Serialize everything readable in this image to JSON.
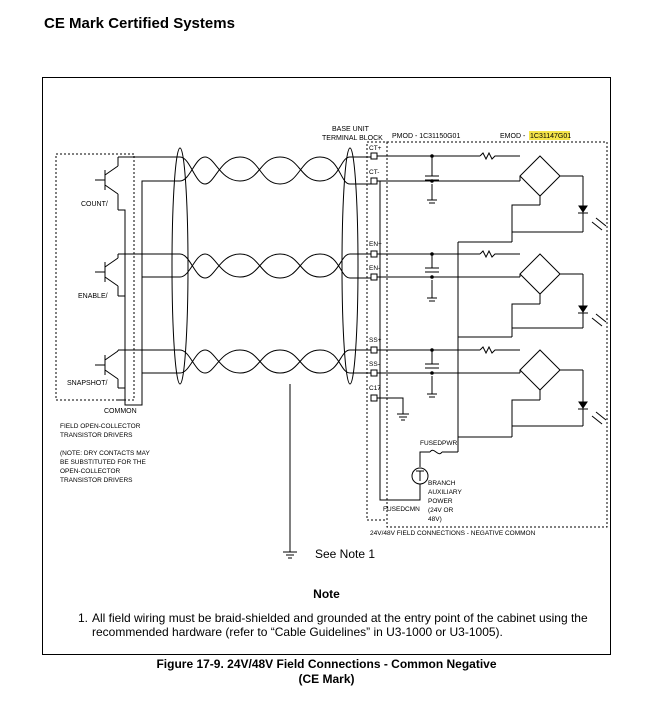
{
  "page": {
    "title": "CE Mark Certified Systems"
  },
  "diagram": {
    "base_unit_label": [
      "BASE UNIT",
      "TERMINAL BLOCK"
    ],
    "pmod_label": "PMOD - 1C31150G01",
    "emod_label_prefix": "EMOD - ",
    "emod_label_part": "1C31147G01",
    "terminals": [
      "CT+",
      "CT-",
      "EN+",
      "EN-",
      "SS+",
      "SS-",
      "C17"
    ],
    "inputs": [
      "COUNT/",
      "ENABLE/",
      "SNAPSHOT/"
    ],
    "common_label": "COMMON",
    "driver_note": [
      "FIELD OPEN-COLLECTOR",
      "TRANSISTOR DRIVERS"
    ],
    "dry_contacts_note": [
      "(NOTE: DRY CONTACTS MAY",
      "BE SUBSTITUTED FOR THE",
      "OPEN-COLLECTOR",
      "TRANSISTOR DRIVERS"
    ],
    "fuse_dpwr": "FUSEDPWR",
    "fuse_dcmn": "FUSEDCMN",
    "branch_power": [
      "BRANCH",
      "AUXILIARY",
      "POWER",
      "(24V OR",
      "48V)"
    ],
    "field_connections": "24V/48V FIELD CONNECTIONS - NEGATIVE COMMON",
    "see_note": "See Note 1"
  },
  "note": {
    "title": "Note",
    "number": "1.",
    "text": "All field wiring must be braid-shielded and grounded at the entry point of the cabinet using the recommended hardware (refer to “Cable Guidelines” in U3-1000 or U3-1005)."
  },
  "caption": {
    "line1": "Figure 17-9. 24V/48V Field Connections - Common Negative",
    "line2": "(CE Mark)"
  }
}
